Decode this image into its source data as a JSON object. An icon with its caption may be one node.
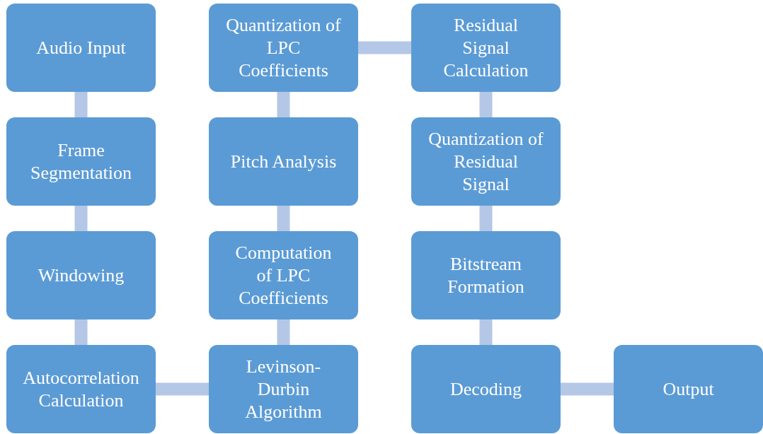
{
  "diagram": {
    "nodes": [
      {
        "text": [
          "Audio Input"
        ]
      },
      {
        "text": [
          "Frame Segmentation"
        ]
      },
      {
        "text": [
          "Windowing"
        ]
      },
      {
        "text": [
          "Autocorrelation Calculation"
        ]
      },
      {
        "text": [
          "Levinson-Durbin Algorithm"
        ]
      },
      {
        "text": [
          "Computation of LPC Coefficients"
        ]
      },
      {
        "text": [
          "Pitch Analysis"
        ]
      },
      {
        "text": [
          "Quantization of LPC Coefficients"
        ]
      },
      {
        "text": [
          "Residual Signal Calculation"
        ]
      },
      {
        "text": [
          "Quantization of Residual Signal"
        ]
      },
      {
        "text": [
          "Bitstream Formation"
        ]
      },
      {
        "text": [
          "Decoding"
        ]
      },
      {
        "text": [
          "Output"
        ]
      }
    ],
    "edges": [
      {
        "from": 0,
        "to": 1,
        "arrow": "none"
      },
      {
        "from": 1,
        "to": 2,
        "arrow": "none"
      },
      {
        "from": 2,
        "to": 3,
        "arrow": "none"
      },
      {
        "from": 3,
        "to": 4,
        "arrow": "none"
      },
      {
        "from": 4,
        "to": 5,
        "arrow": "none"
      },
      {
        "from": 5,
        "to": 6,
        "arrow": "none"
      },
      {
        "from": 6,
        "to": 7,
        "arrow": "none"
      },
      {
        "from": 7,
        "to": 8,
        "arrow": "none"
      },
      {
        "from": 8,
        "to": 9,
        "arrow": "none"
      },
      {
        "from": 9,
        "to": 10,
        "arrow": "none"
      },
      {
        "from": 10,
        "to": 11,
        "arrow": "none"
      },
      {
        "from": 11,
        "to": 12,
        "arrow": "none"
      }
    ]
  }
}
